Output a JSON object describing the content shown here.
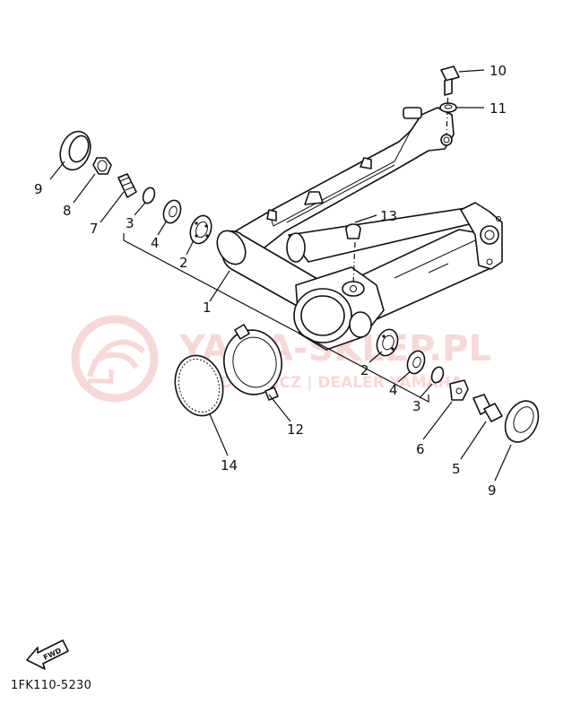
{
  "diagram": {
    "callouts": [
      "1",
      "2",
      "3",
      "4",
      "5",
      "6",
      "7",
      "8",
      "9",
      "10",
      "11",
      "12",
      "13",
      "14"
    ],
    "fwd_label": "FWD",
    "part_code": "1FK110-5230"
  },
  "watermark": {
    "title": "YAMA-SKLEP.PL",
    "subtitle": "WŁODKOWICZ | DEALER YAMAHA",
    "color": "#e4514e"
  }
}
